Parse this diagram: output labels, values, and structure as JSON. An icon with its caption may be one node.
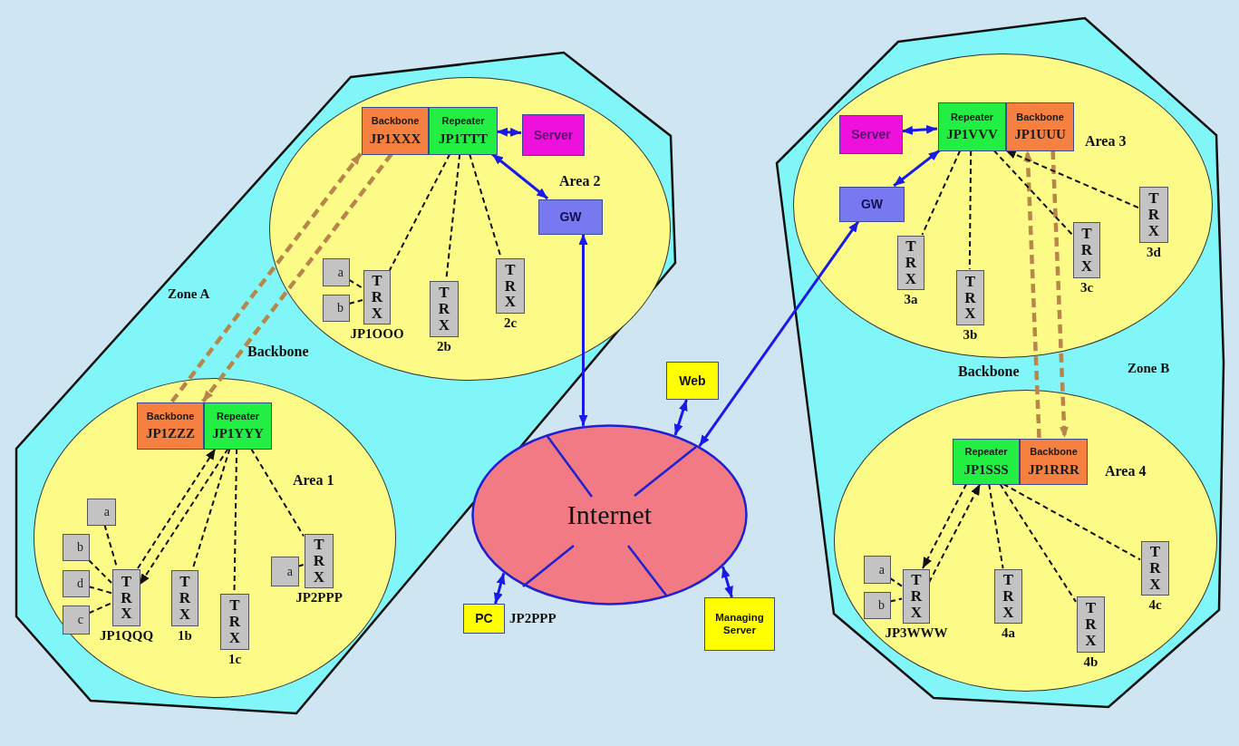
{
  "diagram": {
    "nodes": [
      {
        "text": [
          "Zone A"
        ]
      },
      {
        "text": [
          "Area 2"
        ],
        "in": 0
      },
      {
        "text": [
          "Backbone",
          "JP1XXX"
        ],
        "in": 1
      },
      {
        "text": [
          "Repeater",
          "JP1TTT"
        ],
        "in": 1
      },
      {
        "text": [
          "Server"
        ],
        "in": 1
      },
      {
        "text": [
          "GW"
        ],
        "in": 1
      },
      {
        "text": [
          "a"
        ],
        "in": 1
      },
      {
        "text": [
          "b"
        ],
        "in": 1
      },
      {
        "text": [
          "TRX"
        ],
        "in": 1,
        "beside": [
          "JP1OOO"
        ]
      },
      {
        "text": [
          "TRX"
        ],
        "in": 1,
        "beside": [
          "2b"
        ]
      },
      {
        "text": [
          "TRX"
        ],
        "in": 1,
        "beside": [
          "2c"
        ]
      },
      {
        "text": [
          "Area 1"
        ],
        "in": 0
      },
      {
        "text": [
          "Backbone",
          "JP1ZZZ"
        ],
        "in": 11
      },
      {
        "text": [
          "Repeater",
          "JP1YYY"
        ],
        "in": 11
      },
      {
        "text": [
          "a"
        ],
        "in": 11
      },
      {
        "text": [
          "b"
        ],
        "in": 11
      },
      {
        "text": [
          "d"
        ],
        "in": 11
      },
      {
        "text": [
          "c"
        ],
        "in": 11
      },
      {
        "text": [
          "TRX"
        ],
        "in": 11,
        "beside": [
          "JP1QQQ"
        ]
      },
      {
        "text": [
          "TRX"
        ],
        "in": 11,
        "beside": [
          "1b"
        ]
      },
      {
        "text": [
          "TRX"
        ],
        "in": 11,
        "beside": [
          "1c"
        ]
      },
      {
        "text": [
          "a"
        ],
        "in": 11
      },
      {
        "text": [
          "TRX"
        ],
        "in": 11,
        "beside": [
          "JP2PPP"
        ]
      },
      {
        "text": [
          "Zone B"
        ]
      },
      {
        "text": [
          "Area 3"
        ],
        "in": 23
      },
      {
        "text": [
          "Server"
        ],
        "in": 24
      },
      {
        "text": [
          "Repeater",
          "JP1VVV"
        ],
        "in": 24
      },
      {
        "text": [
          "Backbone",
          "JP1UUU"
        ],
        "in": 24
      },
      {
        "text": [
          "GW"
        ],
        "in": 24
      },
      {
        "text": [
          "TRX"
        ],
        "in": 24,
        "beside": [
          "3a"
        ]
      },
      {
        "text": [
          "TRX"
        ],
        "in": 24,
        "beside": [
          "3b"
        ]
      },
      {
        "text": [
          "TRX"
        ],
        "in": 24,
        "beside": [
          "3c"
        ]
      },
      {
        "text": [
          "TRX"
        ],
        "in": 24,
        "beside": [
          "3d"
        ]
      },
      {
        "text": [
          "Area 4"
        ],
        "in": 23
      },
      {
        "text": [
          "Repeater",
          "JP1SSS"
        ],
        "in": 33
      },
      {
        "text": [
          "Backbone",
          "JP1RRR"
        ],
        "in": 33
      },
      {
        "text": [
          "a"
        ],
        "in": 33
      },
      {
        "text": [
          "b"
        ],
        "in": 33
      },
      {
        "text": [
          "TRX"
        ],
        "in": 33,
        "beside": [
          "JP3WWW"
        ]
      },
      {
        "text": [
          "TRX"
        ],
        "in": 33,
        "beside": [
          "4a"
        ]
      },
      {
        "text": [
          "TRX"
        ],
        "in": 33,
        "beside": [
          "4b"
        ]
      },
      {
        "text": [
          "TRX"
        ],
        "in": 33,
        "beside": [
          "4c"
        ]
      },
      {
        "text": [
          "Web"
        ]
      },
      {
        "text": [
          "Internet"
        ]
      },
      {
        "text": [
          "PC"
        ],
        "beside": [
          "JP2PPP"
        ]
      },
      {
        "text": [
          "Managing Server"
        ]
      }
    ],
    "edges": [
      {
        "from": 12,
        "to": 2,
        "arrow": "to",
        "style": "dashed",
        "color": "#b8864b"
      },
      {
        "from": 2,
        "to": 12,
        "arrow": "to",
        "style": "dashed",
        "color": "#b8864b"
      },
      {
        "from": 3,
        "to": 4,
        "arrow": "both",
        "color": "#1a1ae6"
      },
      {
        "from": 3,
        "to": 5,
        "arrow": "both",
        "color": "#1a1ae6"
      },
      {
        "from": 5,
        "to": 43,
        "arrow": "both",
        "color": "#1a1ae6"
      },
      {
        "from": 3,
        "to": 8,
        "arrow": "none",
        "style": "dashed"
      },
      {
        "from": 3,
        "to": 9,
        "arrow": "none",
        "style": "dashed"
      },
      {
        "from": 3,
        "to": 10,
        "arrow": "none",
        "style": "dashed"
      },
      {
        "from": 6,
        "to": 8,
        "arrow": "none",
        "style": "dashed"
      },
      {
        "from": 7,
        "to": 8,
        "arrow": "none",
        "style": "dashed"
      },
      {
        "from": 18,
        "to": 13,
        "arrow": "to",
        "style": "dashed"
      },
      {
        "from": 13,
        "to": 18,
        "arrow": "to",
        "style": "dashed"
      },
      {
        "from": 13,
        "to": 19,
        "arrow": "none",
        "style": "dashed"
      },
      {
        "from": 13,
        "to": 20,
        "arrow": "none",
        "style": "dashed"
      },
      {
        "from": 13,
        "to": 22,
        "arrow": "none",
        "style": "dashed"
      },
      {
        "from": 14,
        "to": 18,
        "arrow": "none",
        "style": "dashed"
      },
      {
        "from": 15,
        "to": 18,
        "arrow": "none",
        "style": "dashed"
      },
      {
        "from": 16,
        "to": 18,
        "arrow": "none",
        "style": "dashed"
      },
      {
        "from": 17,
        "to": 18,
        "arrow": "none",
        "style": "dashed"
      },
      {
        "from": 21,
        "to": 22,
        "arrow": "none",
        "style": "dashed"
      },
      {
        "from": 35,
        "to": 27,
        "arrow": "to",
        "style": "dashed",
        "color": "#b8864b"
      },
      {
        "from": 27,
        "to": 35,
        "arrow": "to",
        "style": "dashed",
        "color": "#b8864b"
      },
      {
        "from": 26,
        "to": 25,
        "arrow": "both",
        "color": "#1a1ae6"
      },
      {
        "from": 26,
        "to": 28,
        "arrow": "both",
        "color": "#1a1ae6"
      },
      {
        "from": 28,
        "to": 43,
        "arrow": "both",
        "color": "#1a1ae6"
      },
      {
        "from": 26,
        "to": 29,
        "arrow": "none",
        "style": "dashed"
      },
      {
        "from": 26,
        "to": 30,
        "arrow": "none",
        "style": "dashed"
      },
      {
        "from": 26,
        "to": 31,
        "arrow": "none",
        "style": "dashed"
      },
      {
        "from": 32,
        "to": 26,
        "arrow": "to",
        "style": "dashed"
      },
      {
        "from": 38,
        "to": 34,
        "arrow": "to",
        "style": "dashed"
      },
      {
        "from": 34,
        "to": 38,
        "arrow": "to",
        "style": "dashed"
      },
      {
        "from": 34,
        "to": 39,
        "arrow": "none",
        "style": "dashed"
      },
      {
        "from": 34,
        "to": 40,
        "arrow": "none",
        "style": "dashed"
      },
      {
        "from": 34,
        "to": 41,
        "arrow": "none",
        "style": "dashed"
      },
      {
        "from": 36,
        "to": 38,
        "arrow": "none",
        "style": "dashed"
      },
      {
        "from": 37,
        "to": 38,
        "arrow": "none",
        "style": "dashed"
      },
      {
        "from": 42,
        "to": 43,
        "arrow": "both",
        "color": "#1a1ae6"
      },
      {
        "from": 44,
        "to": 43,
        "arrow": "both",
        "color": "#1a1ae6"
      },
      {
        "from": 45,
        "to": 43,
        "arrow": "both",
        "color": "#1a1ae6"
      }
    ],
    "labels": [
      "Backbone",
      "Backbone"
    ]
  }
}
